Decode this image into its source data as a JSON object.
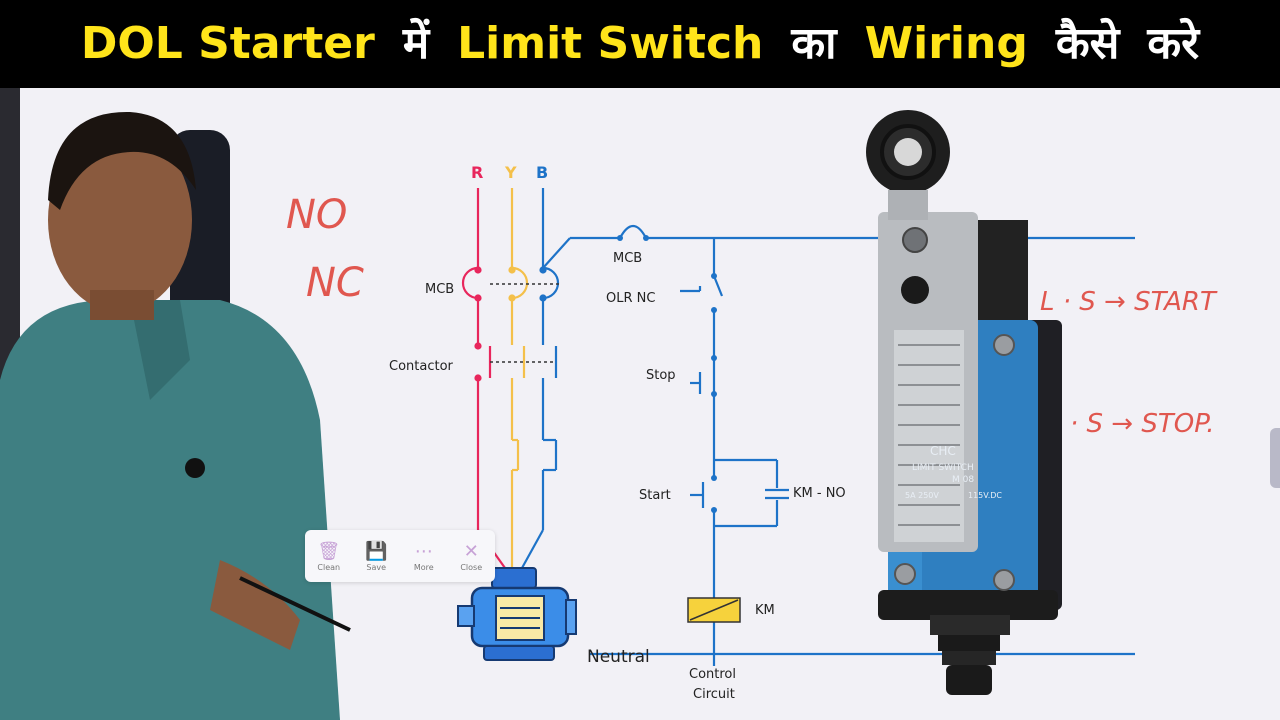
{
  "title": {
    "part1": "DOL Starter",
    "part2": "में",
    "part3": "Limit Switch",
    "part4": "का",
    "part5": "Wiring",
    "part6": "कैसे",
    "part7": "करे"
  },
  "power_circuit": {
    "phase_r": "R",
    "phase_y": "Y",
    "phase_b": "B",
    "mcb_label": "MCB",
    "contactor_label": "Contactor"
  },
  "control_circuit": {
    "mcb_label": "MCB",
    "olr_label": "OLR NC",
    "stop_label": "Stop",
    "start_label": "Start",
    "km_no_label": "KM - NO",
    "km_coil_label": "KM",
    "neutral_label": "Neutral",
    "caption_line1": "Control",
    "caption_line2": "Circuit"
  },
  "annotations": {
    "no": "NO",
    "nc": "NC",
    "ls_start": "L · S → START",
    "ls_stop": "· S → STOP."
  },
  "toolbar": {
    "clean": "Clean",
    "save": "Save",
    "more": "More",
    "close": "Close"
  },
  "device_label": {
    "brand": "CHC",
    "name": "LIMIT SWITCH",
    "model": "M 08",
    "rating1": "5A 250V",
    "rating2": "115V.DC"
  },
  "colors": {
    "red_phase": "#e8265c",
    "yellow_phase": "#f4c04a",
    "blue_phase": "#1e73c8",
    "handwriting": "#e0574f",
    "title_yellow": "#ffe41a"
  }
}
